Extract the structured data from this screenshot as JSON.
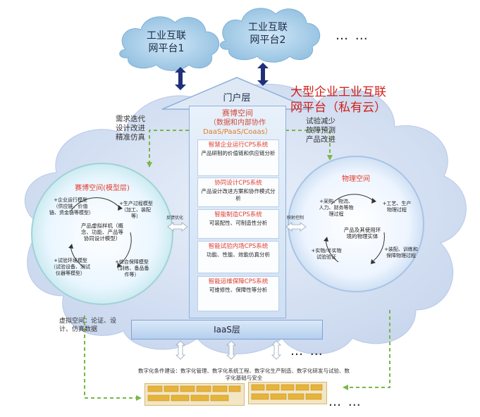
{
  "clouds": {
    "platform1": "工业互联\n网平台1",
    "platform2": "工业互联\n网平台2",
    "more_top": "… …"
  },
  "portal_layer": "门户层",
  "enterprise_title": "大型企业工业互联\n网平台（私有云）",
  "center": {
    "title_line1": "赛博空间",
    "title_line2": "（数据和内部协作",
    "title_line3": "DaaS/PaaS/Coaas）",
    "blocks": [
      {
        "title": "智慧企业运行CPS系统",
        "desc": "产品研制的价值链和供应链分析"
      },
      {
        "title": "协同设计CPS系统",
        "desc": "产品设计改进方案和协作模式分析"
      },
      {
        "title": "智能制造CPS系统",
        "desc": "可装配性、可制造性分析"
      },
      {
        "title": "智能试验内场CPS系统",
        "desc": "功能、性能、效能仿真分析"
      },
      {
        "title": "智能运维保障CPS系统",
        "desc": "可维修性、保障性等分析"
      }
    ]
  },
  "iaas": "IaaS层",
  "left_circle": {
    "title": "赛博空间(模型层)",
    "items": [
      "+企业运行模型（供应链、价值链、资金链等模型）",
      "+生产过程模型（加工、装配等）",
      "产品虚拟样机（概念、功能、产品等协同设计模型）",
      "+试验环境模型（试验设备、测试仪器等模型）",
      "+综合保障模型（训练、备品备件等）"
    ]
  },
  "right_circle": {
    "title": "物理空间",
    "items": [
      "+采购、物流、人力、财务等物理过程",
      "+工艺、生产物理过程",
      "产品及其使用环境的物理实体",
      "+实物/半实物试验验证",
      "+装配、训练和保障物理过程"
    ]
  },
  "notes": {
    "top_left": "需求迭代\n设计改进\n精准仿真",
    "top_right": "试验减少\n故障预测\n产品改进",
    "bottom_left": "虚拟空间：论证、设\n计、仿真数据"
  },
  "arrow_labels": {
    "left": "反馈优化",
    "right": "映射控制"
  },
  "digital_conditions": "数字化条件建设：数字化管理、数字化系统工程、数字化生产制造、数字化研发与试验、数字化基础与安全",
  "more_bottom_mid": "… …",
  "more_bottom_right": "… …",
  "colors": {
    "cloud_blue": "#9fc7e6",
    "main_cloud": "#cfdcf0",
    "accent_red": "#d0201a",
    "navy_arrow": "#1f2f7a",
    "green_dashed": "#7ab648"
  }
}
